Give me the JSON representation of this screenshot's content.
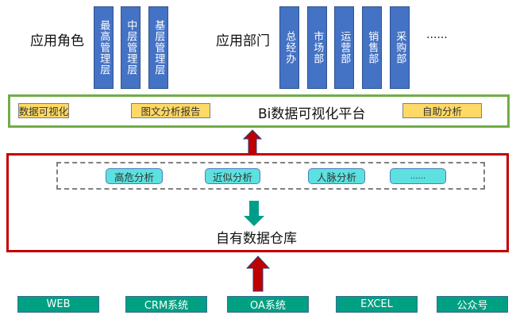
{
  "roles": {
    "label": "应用角色",
    "items": [
      "最高管理层",
      "中层管理层",
      "基层管理层"
    ]
  },
  "departments": {
    "label": "应用部门",
    "items": [
      "总经办",
      "市场部",
      "运营部",
      "销售部",
      "采购部"
    ],
    "more": "......"
  },
  "bi_platform": {
    "title": "Bi数据可视化平台",
    "features": [
      "数据可视化",
      "图文分析报告",
      "自助分析"
    ]
  },
  "warehouse": {
    "title": "自有数据仓库",
    "analyses": [
      "高危分析",
      "近似分析",
      "人脉分析",
      "......"
    ]
  },
  "sources": [
    "WEB",
    "CRM系统",
    "OA系统",
    "EXCEL",
    "公众号"
  ],
  "colors": {
    "blue_box": "#4472c4",
    "green_frame": "#70ad47",
    "red_frame": "#c00000",
    "yellow_box": "#ffd966",
    "cyan_box": "#5ce1e0",
    "teal_box": "#00a082",
    "up_arrow": "#c00000",
    "down_arrow": "#009e8a"
  }
}
